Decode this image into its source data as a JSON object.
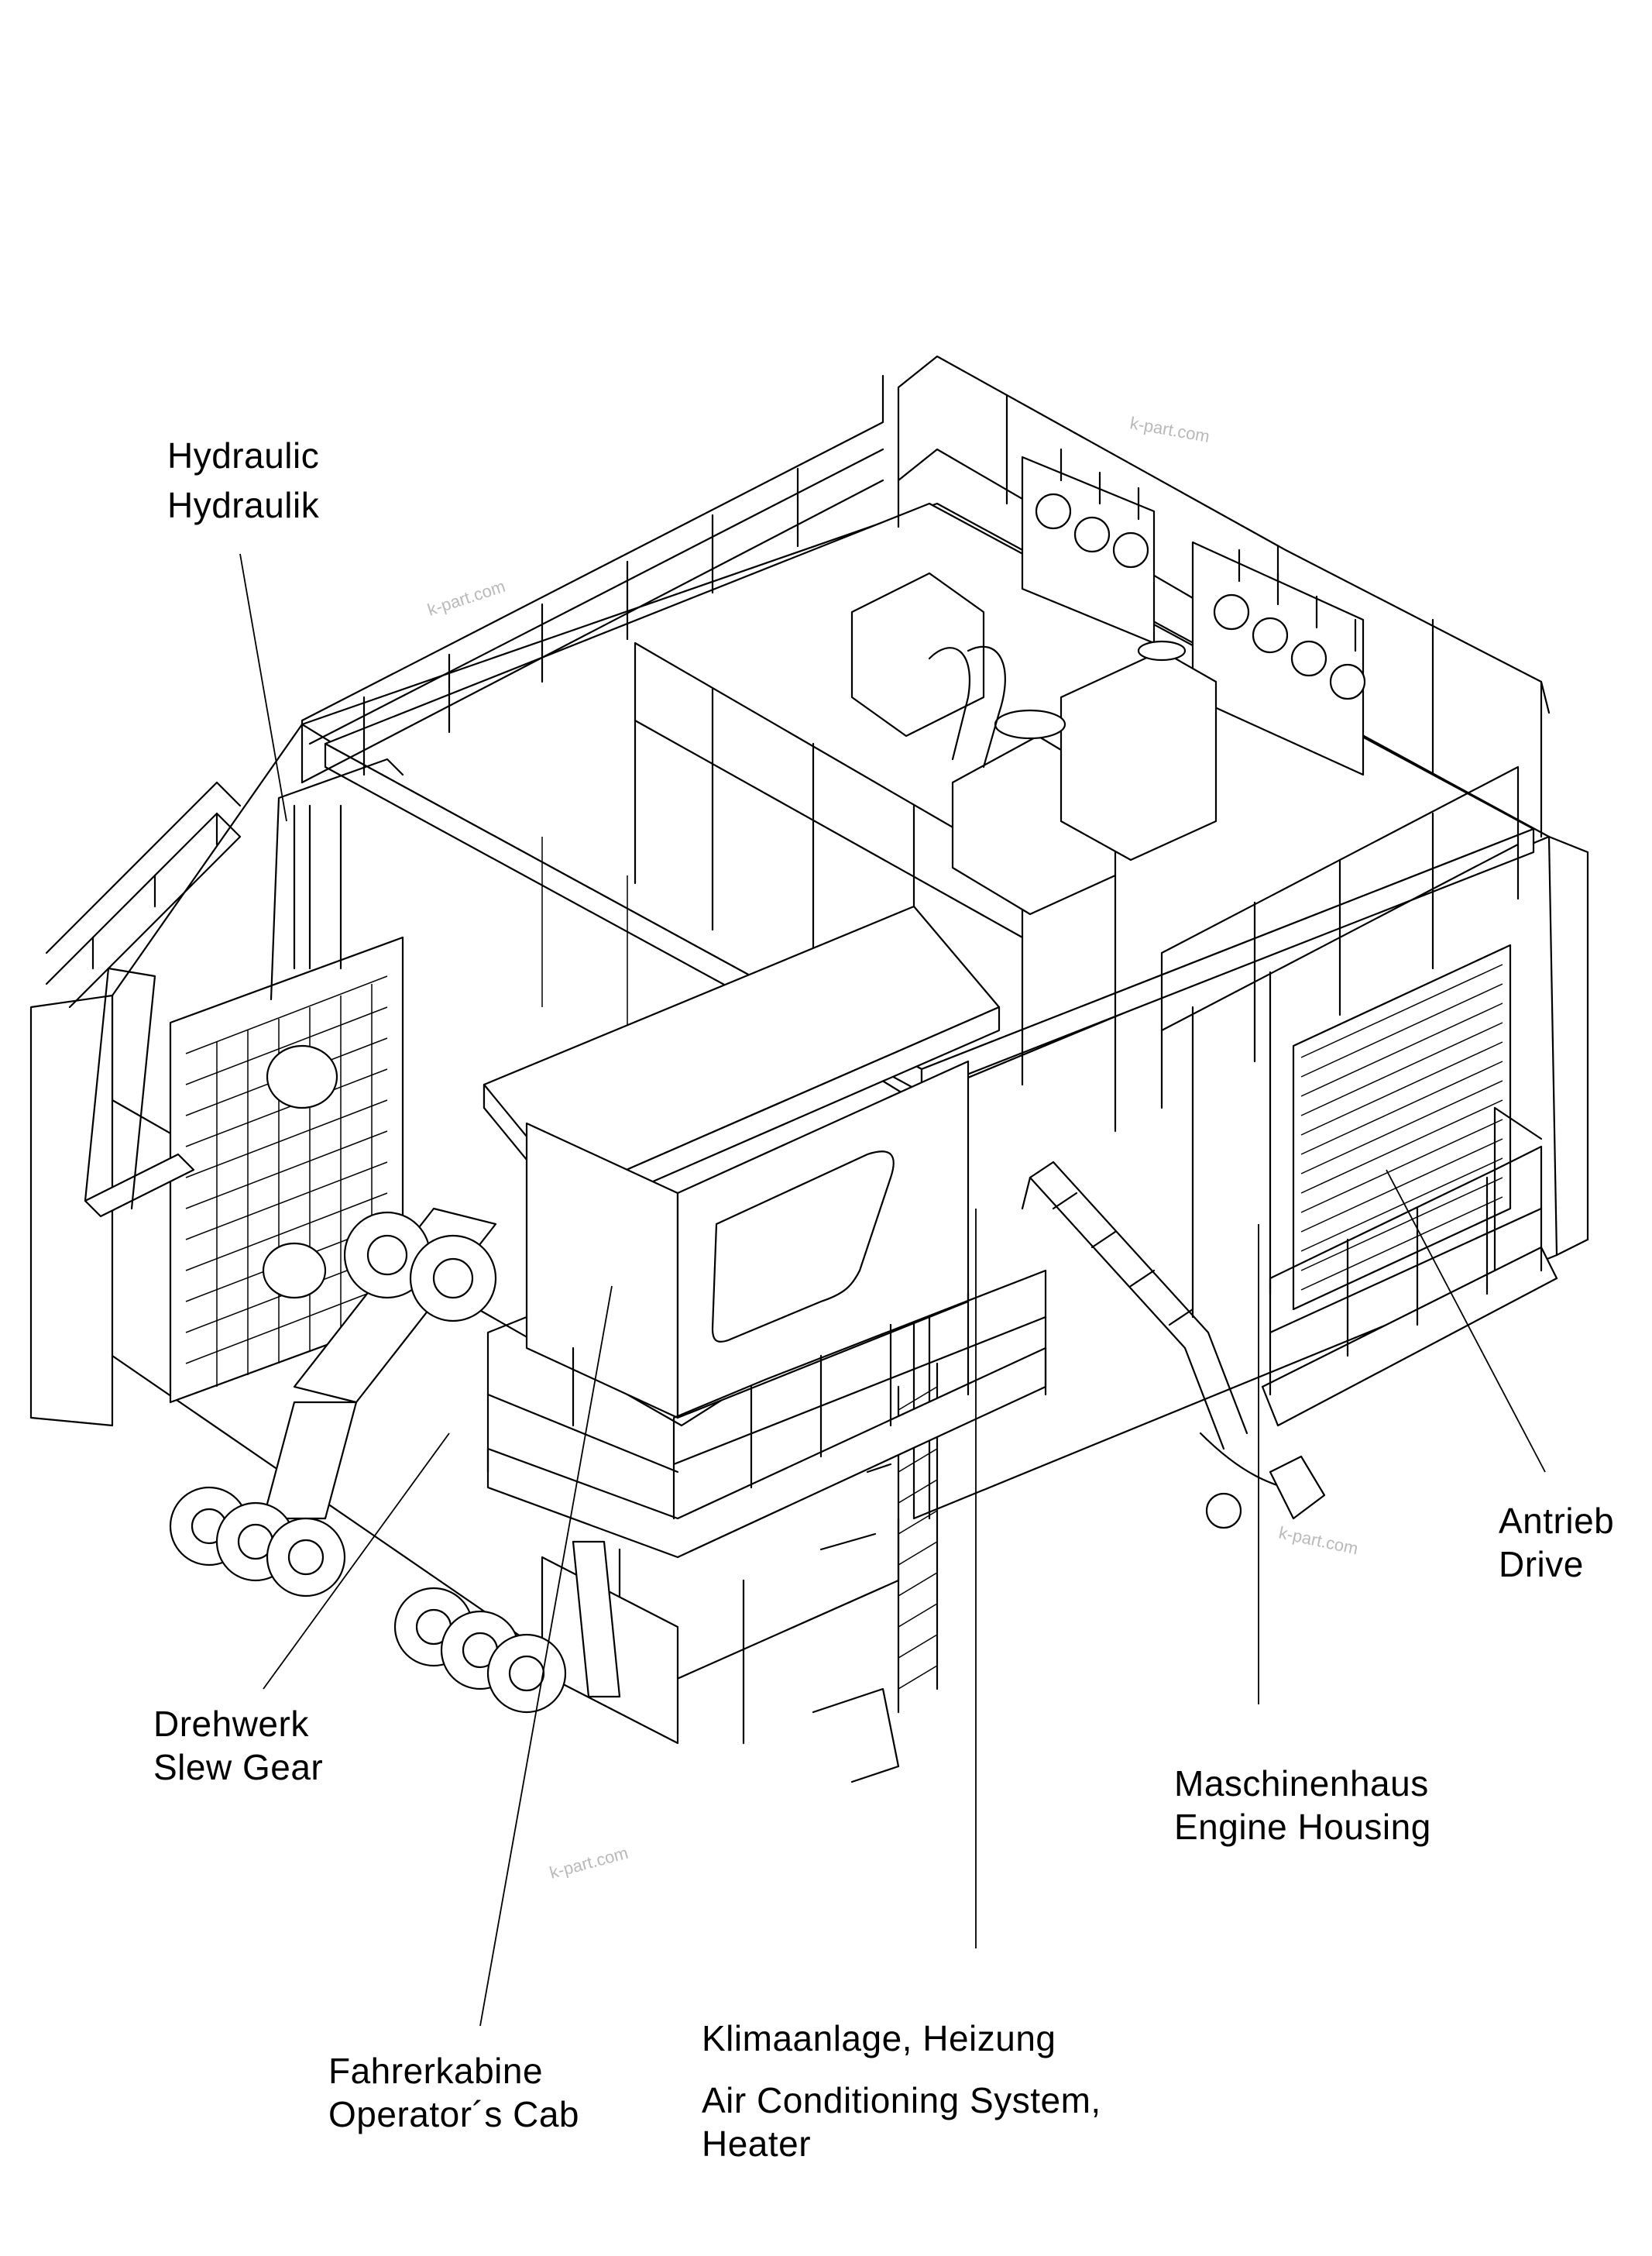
{
  "labels": {
    "hydraulic": {
      "line1": "Hydraulic",
      "line2": "Hydraulik"
    },
    "drive": {
      "line1": "Antrieb",
      "line2": "Drive"
    },
    "slew_gear": {
      "line1": "Drehwerk",
      "line2": "Slew Gear"
    },
    "engine_housing": {
      "line1": "Maschinenhaus",
      "line2": "Engine Housing"
    },
    "operator_cab": {
      "line1": "Fahrerkabine",
      "line2": "Operator´s Cab"
    },
    "air_conditioning": {
      "line1": "Klimaanlage, Heizung",
      "line2": "Air Conditioning System,",
      "line3": "Heater"
    }
  },
  "watermarks": [
    "k-part.com",
    "k-part.com",
    "k-part.com",
    "k-part.com"
  ]
}
